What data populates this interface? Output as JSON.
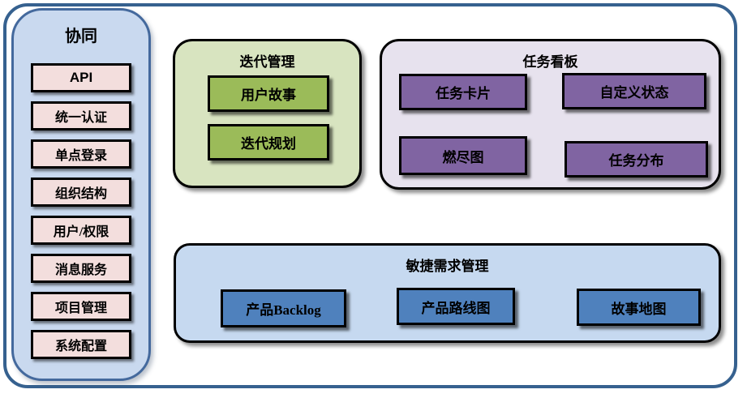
{
  "sidebar": {
    "title": "协同",
    "items": [
      {
        "label": "API"
      },
      {
        "label": "统一认证"
      },
      {
        "label": "单点登录"
      },
      {
        "label": "组织结构"
      },
      {
        "label": "用户/权限"
      },
      {
        "label": "消息服务"
      },
      {
        "label": "项目管理"
      },
      {
        "label": "系统配置"
      }
    ]
  },
  "panels": {
    "iteration": {
      "title": "迭代管理",
      "items": [
        {
          "label": "用户故事"
        },
        {
          "label": "迭代规划"
        }
      ]
    },
    "kanban": {
      "title": "任务看板",
      "items": [
        {
          "label": "任务卡片"
        },
        {
          "label": "自定义状态"
        },
        {
          "label": "燃尽图"
        },
        {
          "label": "任务分布"
        }
      ]
    },
    "requirements": {
      "title": "敏捷需求管理",
      "items": [
        {
          "label": "产品Backlog"
        },
        {
          "label": "产品路线图"
        },
        {
          "label": "故事地图"
        }
      ]
    }
  },
  "colors": {
    "frame_border": "#36618f",
    "sidebar_fill": "#c9d9ef",
    "sidebar_border": "#44699d",
    "sidebar_item_fill": "#f3dedd",
    "iteration_fill": "#d8e4c0",
    "iteration_item_fill": "#9bbb59",
    "kanban_fill": "#e7e2ee",
    "kanban_item_fill": "#8064a2",
    "requirements_fill": "#c6d9f0",
    "requirements_item_fill": "#4f81bd",
    "box_border": "#000000"
  }
}
